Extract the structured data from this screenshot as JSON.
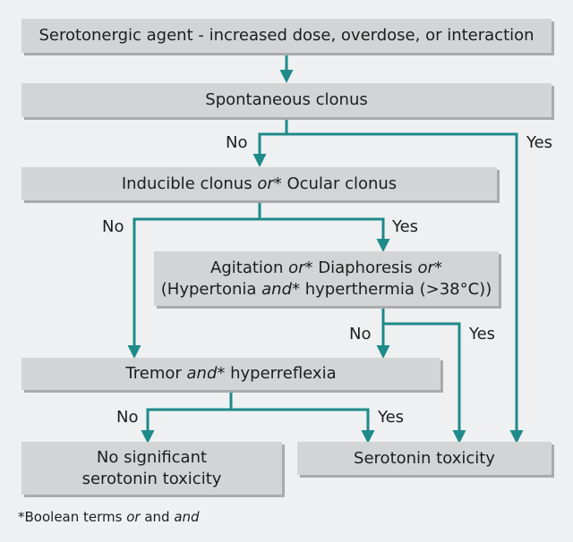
{
  "boxes": {
    "agent": "Serotonergic agent - increased dose, overdose, or interaction",
    "spontaneous": "Spontaneous clonus",
    "inducible": {
      "a": "Inducible clonus ",
      "or": "or",
      "b": "* Ocular clonus"
    },
    "agitation": {
      "l1a": "Agitation ",
      "or1": "or",
      "l1b": "* Diaphoresis ",
      "or2": "or",
      "l1c": "*",
      "l2a": "(Hypertonia ",
      "and": "and",
      "l2b": "* hyperthermia (>38°C))"
    },
    "tremor": {
      "a": "Tremor ",
      "and": "and",
      "b": "* hyperreflexia"
    },
    "no_tox": {
      "l1": "No significant",
      "l2": "serotonin toxicity"
    },
    "tox": "Serotonin toxicity"
  },
  "edge_labels": {
    "spont_no": "No",
    "spont_yes": "Yes",
    "ind_no": "No",
    "ind_yes": "Yes",
    "agit_no": "No",
    "agit_yes": "Yes",
    "trem_no": "No",
    "trem_yes": "Yes"
  },
  "footnote": {
    "a": "*Boolean terms ",
    "or": "or",
    "b": " and ",
    "and": "and"
  },
  "colors": {
    "arrow": "#1f8a8a",
    "box": "#d3d4d5",
    "background": "#eef0f1"
  }
}
